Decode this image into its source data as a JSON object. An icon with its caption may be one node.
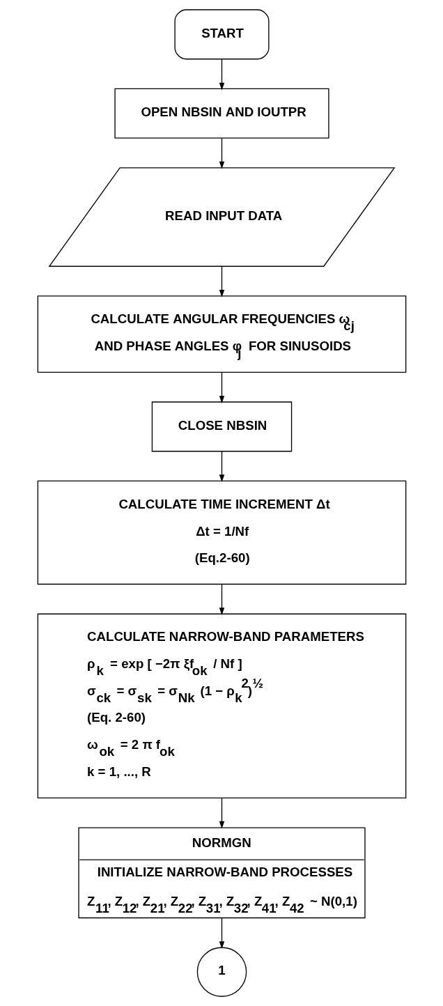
{
  "diagram": {
    "nodes": [
      {
        "text": [
          "START"
        ]
      },
      {
        "text": [
          "OPEN NBSIN AND IOUTPR"
        ]
      },
      {
        "text": [
          "READ INPUT DATA"
        ]
      },
      {
        "text": [
          "CALCULATE ANGULAR FREQUENCIES ω$_{cj}$ AND PHASE ANGLES φ$_{j}$ FOR SINUSOIDS"
        ]
      },
      {
        "text": [
          "CLOSE NBSIN"
        ]
      },
      {
        "text": [
          "CALCULATE TIME INCREMENT Δt",
          "Δt = 1/Nf",
          "(Eq.2-60)"
        ]
      },
      {
        "text": [
          "CALCULATE NARROW-BAND PARAMETERS",
          "ρ$_{k}$ = exp [ −2π ξf$_{ok}$ / Nf ]",
          "σ$_{ck}$ = σ$_{sk}$ = σ$_{Nk}$ (1 − ρ$_{k}$$^{2}$)$^{½}$",
          "(Eq. 2-60)",
          "ω$_{ok}$ = 2 π f$_{ok}$",
          "k = 1, ..., R"
        ]
      },
      {
        "text": [
          "NORMGN",
          "INITIALIZE NARROW-BAND PROCESSES",
          "Z$_{11}$, Z$_{12}$, Z$_{21}$, Z$_{22}$, Z$_{31}$, Z$_{32}$, Z$_{41}$, Z$_{42}$ ~ N(0,1)"
        ]
      },
      {
        "text": [
          "1"
        ]
      }
    ],
    "edges": [
      {
        "from": 0,
        "to": 1,
        "arrow": "to"
      },
      {
        "from": 1,
        "to": 2,
        "arrow": "to"
      },
      {
        "from": 2,
        "to": 3,
        "arrow": "to"
      },
      {
        "from": 3,
        "to": 4,
        "arrow": "to"
      },
      {
        "from": 4,
        "to": 5,
        "arrow": "to"
      },
      {
        "from": 5,
        "to": 6,
        "arrow": "to"
      },
      {
        "from": 6,
        "to": 7,
        "arrow": "to"
      },
      {
        "from": 7,
        "to": 8,
        "arrow": "to"
      }
    ]
  }
}
